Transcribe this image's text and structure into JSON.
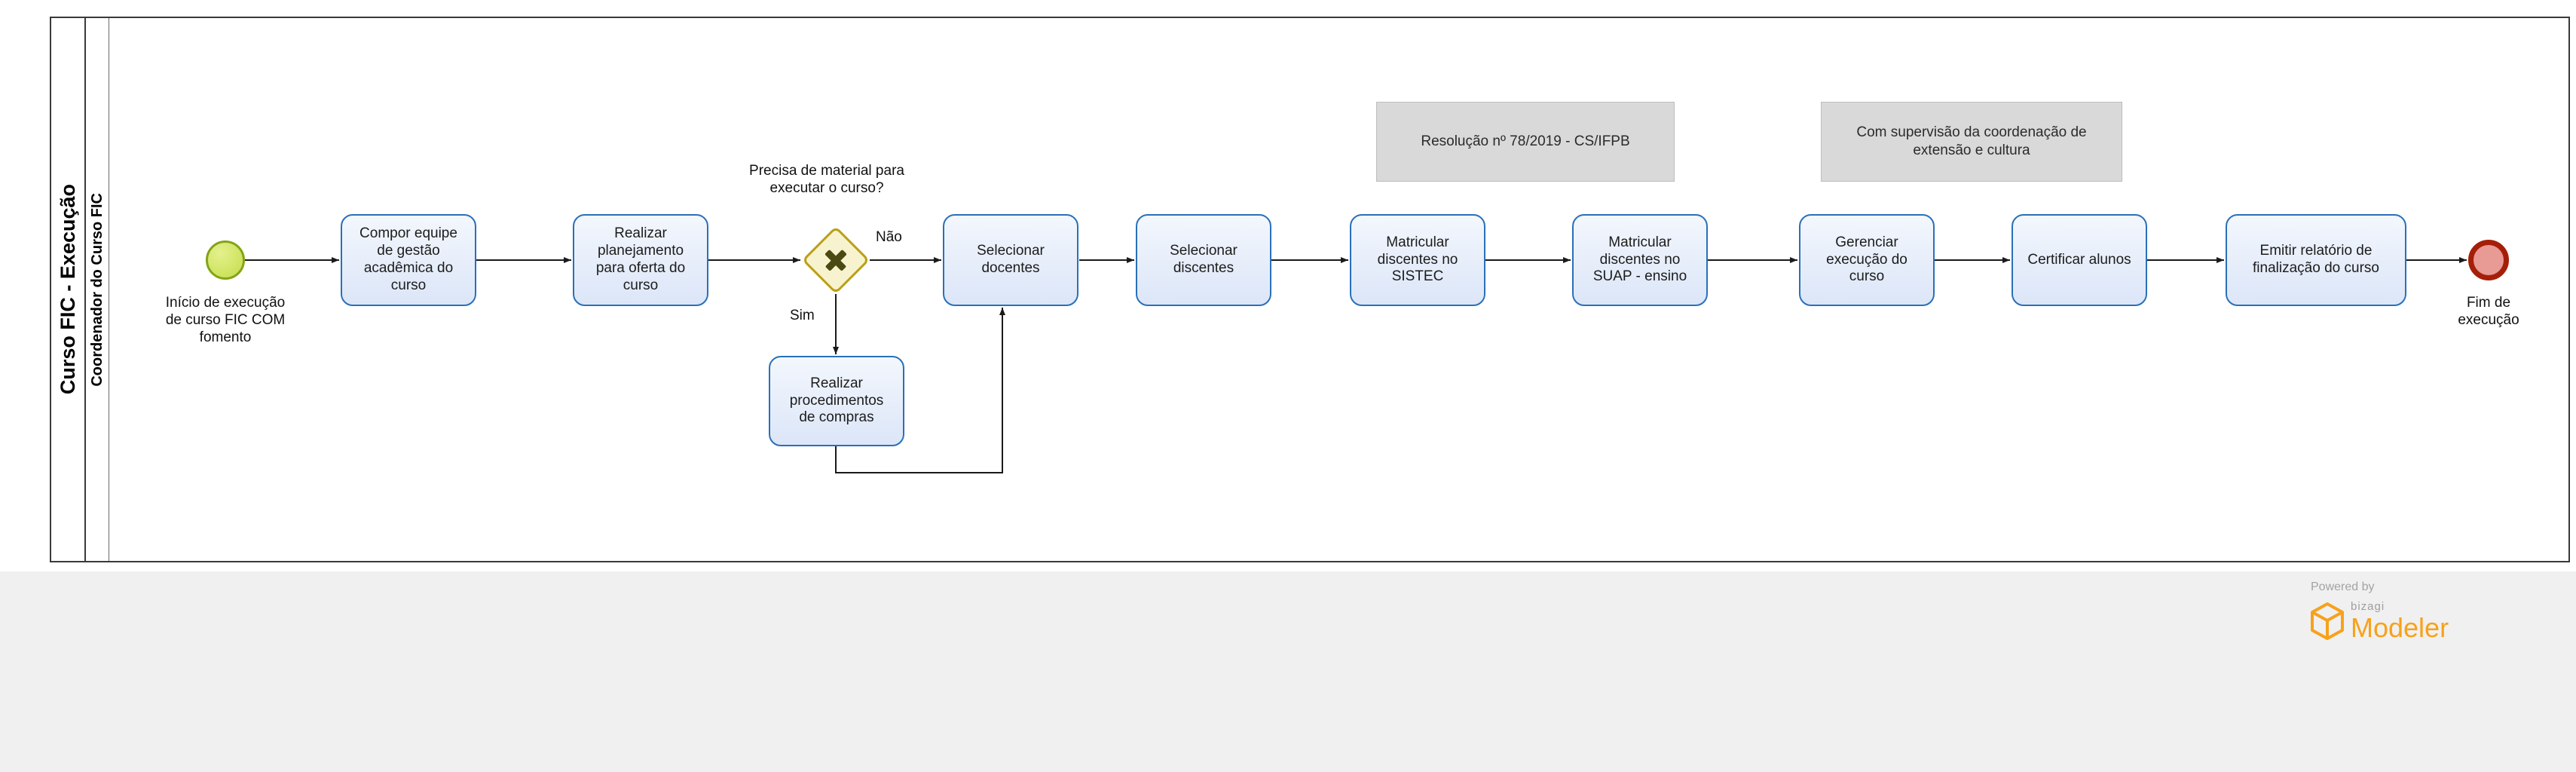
{
  "pool": {
    "title": "Curso FIC - Execução",
    "lane": "Coordenador do Curso FIC"
  },
  "events": {
    "start": {
      "label": "Início de execução de curso FIC COM fomento"
    },
    "end": {
      "label": "Fim de execução"
    }
  },
  "gateway": {
    "question": "Precisa de material para executar o curso?",
    "no": "Não",
    "yes": "Sim"
  },
  "tasks": [
    {
      "label": "Compor equipe de gestão acadêmica do curso"
    },
    {
      "label": "Realizar planejamento para oferta do curso"
    },
    {
      "label": "Selecionar docentes"
    },
    {
      "label": "Selecionar discentes"
    },
    {
      "label": "Matricular discentes no SISTEC"
    },
    {
      "label": "Matricular discentes no SUAP - ensino"
    },
    {
      "label": "Gerenciar execução do curso"
    },
    {
      "label": "Certificar alunos"
    },
    {
      "label": "Emitir relatório de finalização do curso"
    },
    {
      "label": "Realizar procedimentos de compras"
    }
  ],
  "annotations": [
    {
      "text": "Resolução nº 78/2019 - CS/IFPB"
    },
    {
      "text": "Com supervisão da coordenação de extensão e cultura"
    }
  ],
  "branding": {
    "powered_by": "Powered by",
    "brand": "bizagi",
    "product": "Modeler"
  },
  "colors": {
    "task_border": "#2a70b8",
    "task_fill": "#dce6f8",
    "start_event": "#84a318",
    "end_event": "#a51f08",
    "gateway_border": "#bb9f17",
    "gateway_fill": "#f8f3cf",
    "annotation_fill": "#d9d9d9",
    "brand_orange": "#f7a21b",
    "connector": "#1a1a1a"
  }
}
